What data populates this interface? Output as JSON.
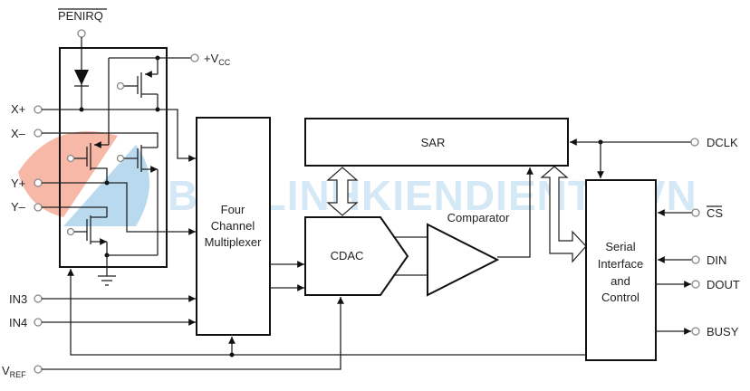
{
  "title": "Touch screen controller functional block diagram",
  "pins": {
    "penirq": "PENIRQ",
    "vcc": "+V",
    "vcc_sub": "CC",
    "x_plus": "X+",
    "x_minus": "X–",
    "y_plus": "Y+",
    "y_minus": "Y–",
    "in3": "IN3",
    "in4": "IN4",
    "vref": "V",
    "vref_sub": "REF",
    "dclk": "DCLK",
    "cs": "CS",
    "din": "DIN",
    "dout": "DOUT",
    "busy": "BUSY"
  },
  "blocks": {
    "mux": [
      "Four",
      "Channel",
      "Multiplexer"
    ],
    "sar": "SAR",
    "cdac": "CDAC",
    "comparator": "Comparator",
    "serial": [
      "Serial",
      "Interface",
      "and",
      "Control"
    ]
  },
  "watermark": "BANLINHKIENDIENTU.VN"
}
